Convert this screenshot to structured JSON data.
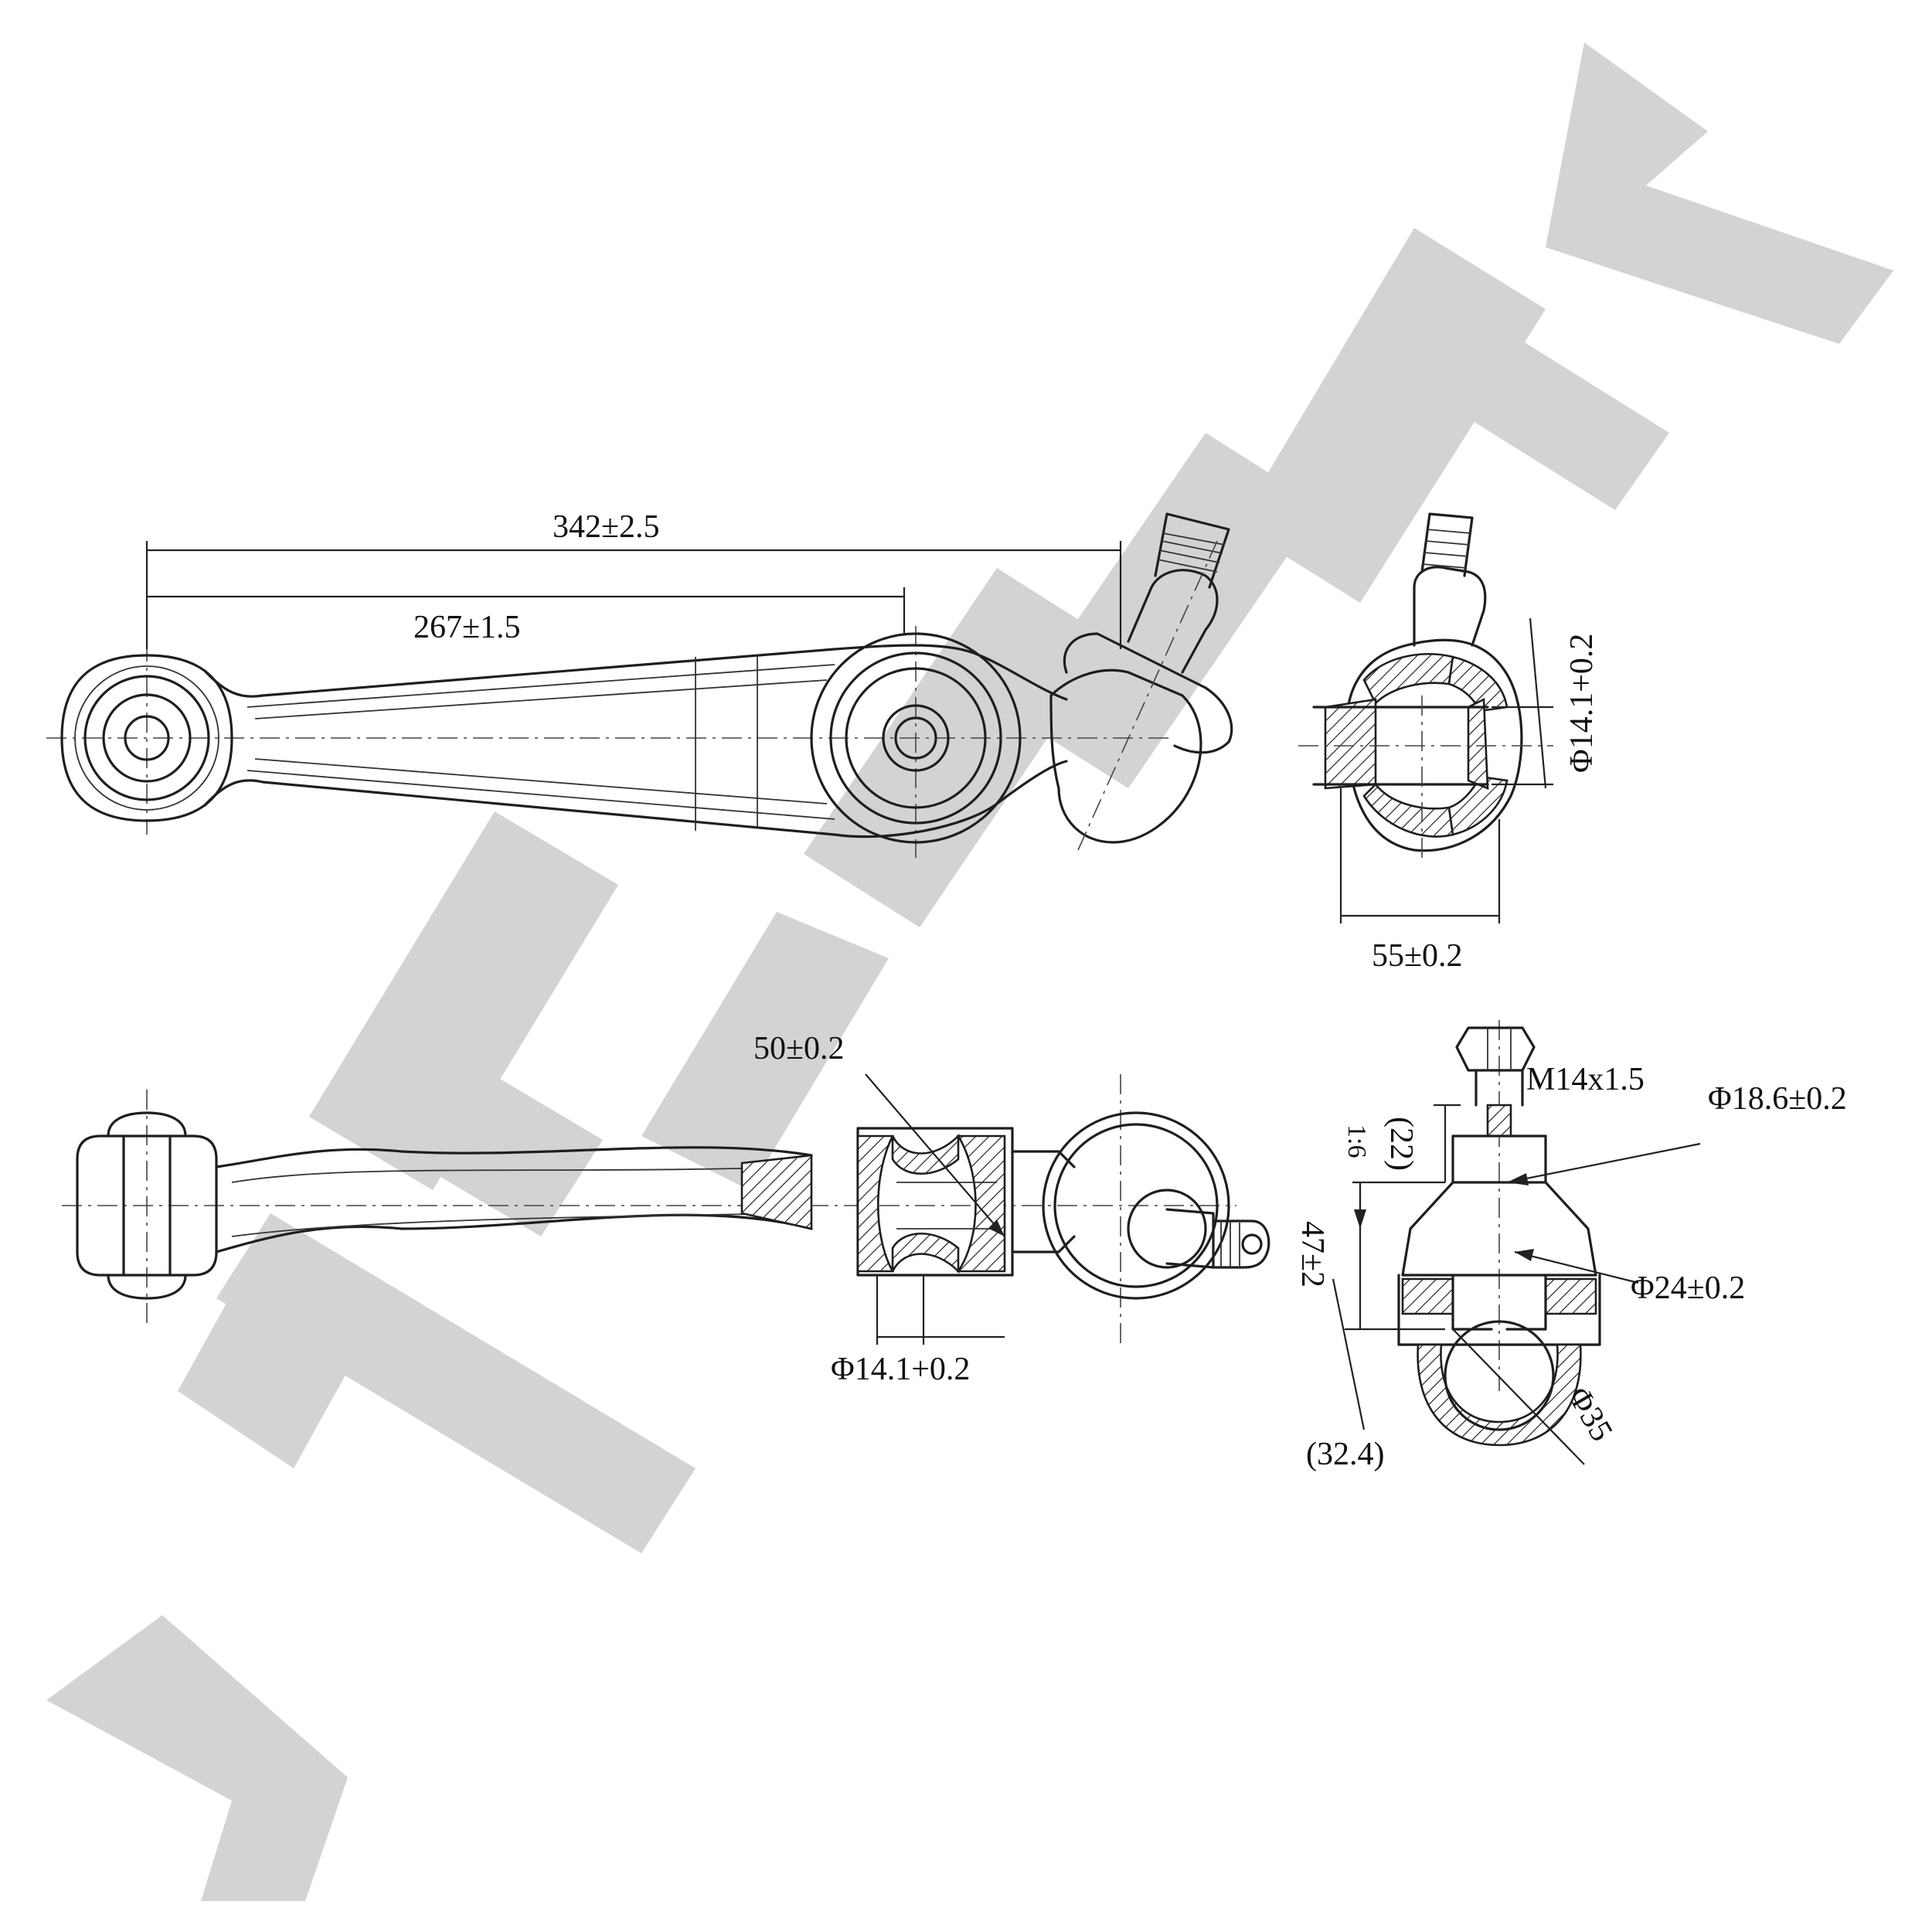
{
  "watermark": {
    "text": "ZENNEK"
  },
  "top_view": {
    "overall_length": "342±2.5",
    "pivot_length": "267±1.5",
    "bushing_bore": "Φ14.1+0.2",
    "bushing_width": "55±0.2"
  },
  "side_view": {
    "bushing_width": "50±0.2",
    "bushing_bore": "Φ14.1+0.2"
  },
  "ball_joint": {
    "thread": "M14x1.5",
    "stud_diameter": "Φ18.6±0.2",
    "neck_diameter": "Φ24±0.2",
    "ball_diameter": "Φ35",
    "height": "47±2",
    "stud_length": "(22)",
    "taper": "1:6",
    "ref_height": "(32.4)"
  }
}
